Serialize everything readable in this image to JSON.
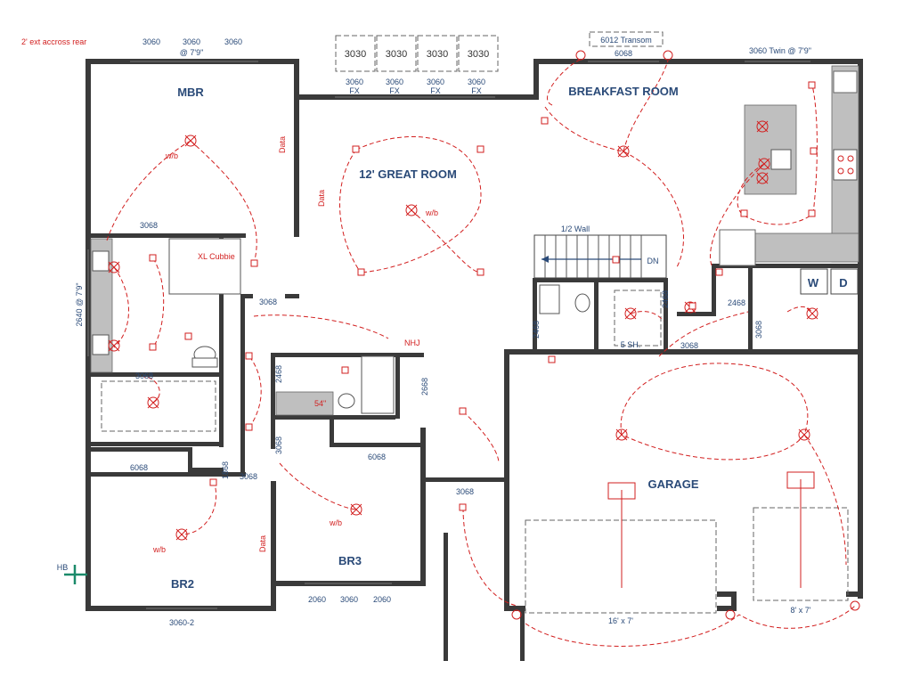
{
  "rooms": {
    "mbr": "MBR",
    "great_room": "12' GREAT ROOM",
    "breakfast": "BREAKFAST ROOM",
    "garage": "GARAGE",
    "br2": "BR2",
    "br3": "BR3"
  },
  "notes": {
    "ext_rear": "2' ext accross rear",
    "xl_cubbie": "XL Cubbie",
    "half_wall": "1/2 Wall",
    "stair_dn": "DN",
    "five_sh": "5 SH.",
    "nhj": "NHJ",
    "fifty_four": "54\"",
    "hb": "HB",
    "w_tag": "W",
    "d_tag": "D",
    "gd_16": "16' x 7'",
    "gd_8": "8' x 7'"
  },
  "electrical": {
    "data_1": "Data",
    "data_2": "Data",
    "data_3": "Data",
    "wb_1": "w/b",
    "wb_2": "w/b",
    "wb_3": "w/b",
    "wb_4": "w/b"
  },
  "windows": {
    "mbr_left": "3060",
    "mbr_mid": "3060",
    "mbr_mid_sub": "@ 7'9\"",
    "mbr_right": "3060",
    "high_1": "3030",
    "high_2": "3030",
    "high_3": "3030",
    "high_4": "3030",
    "fx_1": "3060",
    "fx_1b": "FX",
    "fx_2": "3060",
    "fx_2b": "FX",
    "fx_3": "3060",
    "fx_3b": "FX",
    "fx_4": "3060",
    "fx_4b": "FX",
    "transom": "6012 Transom",
    "slider": "6068",
    "twin": "3060 Twin @ 7'9\"",
    "mbr_side": "2640 @ 7'9\"",
    "br2_bottom": "3060-2",
    "br3_a": "2060",
    "br3_b": "3060",
    "br3_c": "2060"
  },
  "doors": {
    "mbr_bath": "3068",
    "mbr_closet": "3068",
    "mbr_entry": "3068",
    "br2_closet": "6068",
    "hall_1868": "1868",
    "br2_entry": "3068",
    "hall_bath": "2468",
    "br3_entry": "3068",
    "br3_closet": "6068",
    "linen_2668": "2668",
    "entry_3068": "3068",
    "powder": "2468",
    "pantry": "2468",
    "garage_entry": "3068",
    "laundry_a": "2468",
    "laundry_b": "3068"
  }
}
